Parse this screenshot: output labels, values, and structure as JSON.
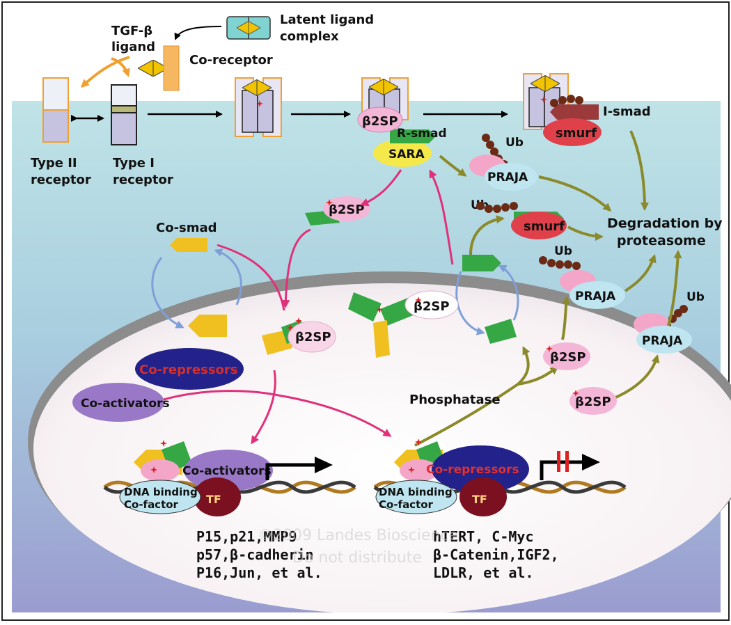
{
  "labels": {
    "latent_line1": "Latent ligand",
    "latent_line2": "complex",
    "tgf_line1": "TGF-β",
    "tgf_line2": "ligand",
    "coreceptor": "Co-receptor",
    "type2_line1": "Type II",
    "type2_line2": "receptor",
    "type1_line1": "Type I",
    "type1_line2": "receptor",
    "b2sp": "β2SP",
    "rsmad": "R-smad",
    "sara": "SARA",
    "ismad": "I-smad",
    "smurf": "smurf",
    "ub": "Ub",
    "praja": "PRAJA",
    "degradation_line1": "Degradation by",
    "degradation_line2": "proteasome",
    "cosmad": "Co-smad",
    "corepressors": "Co-repressors",
    "coactivators": "Co-activators",
    "phosphatase": "Phosphatase",
    "dna_line1": "DNA binding",
    "dna_line2": "Co-factor",
    "tf": "TF",
    "genes_left_line1": "P15,p21,MMP9",
    "genes_left_line2": "p57,β-cadherin",
    "genes_left_line3": "P16,Jun, et al.",
    "genes_right_line1": "hTERT, C-Myc",
    "genes_right_line2": "β-Catenin,IGF2,",
    "genes_right_line3": "LDLR, et al.",
    "watermark_line1": "©2009 Landes Bioscience",
    "watermark_line2": "Do not distribute"
  },
  "colors": {
    "membrane_top": "#bfe3e6",
    "cytoplasm_bottom": "#9a9ccf",
    "nucleus": "#faf7f7",
    "green_arrow": "#8a8a2a",
    "pink_arrow": "#e0307a",
    "blue_arrow": "#7f9fd8",
    "ubiquitin": "#6b2a14",
    "smad_green": "#35a845",
    "smad_yellow": "#f0c020",
    "b2sp_pink": "#f4b6d6",
    "praja_blue": "#bfe6f0",
    "smurf_red": "#e0404a",
    "tf_maroon": "#7a1020",
    "activator_purple": "#9a78c8",
    "repressor_navy": "#22228a"
  }
}
